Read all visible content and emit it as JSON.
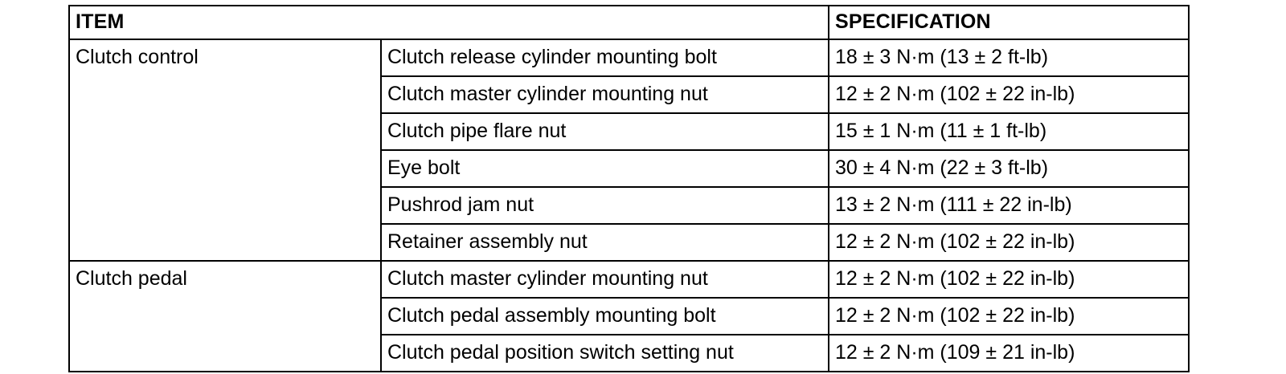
{
  "table": {
    "columns": {
      "item_header": "ITEM",
      "specification_header": "SPECIFICATION"
    },
    "groups": [
      {
        "name": "Clutch control",
        "rows": [
          {
            "item": "Clutch release cylinder mounting bolt",
            "specification": "18 ± 3 N·m (13 ± 2 ft-lb)"
          },
          {
            "item": "Clutch master cylinder mounting nut",
            "specification": "12 ± 2 N·m (102 ± 22 in-lb)"
          },
          {
            "item": "Clutch pipe flare nut",
            "specification": "15 ± 1 N·m (11 ± 1 ft-lb)"
          },
          {
            "item": "Eye bolt",
            "specification": "30 ± 4 N·m (22 ± 3 ft-lb)"
          },
          {
            "item": "Pushrod jam nut",
            "specification": "13 ± 2 N·m (111 ± 22 in-lb)"
          },
          {
            "item": "Retainer assembly nut",
            "specification": "12 ± 2 N·m (102 ± 22 in-lb)"
          }
        ]
      },
      {
        "name": "Clutch pedal",
        "rows": [
          {
            "item": "Clutch master cylinder mounting nut",
            "specification": "12 ± 2 N·m (102 ± 22 in-lb)"
          },
          {
            "item": "Clutch pedal assembly mounting bolt",
            "specification": "12 ± 2 N·m (102 ± 22 in-lb)"
          },
          {
            "item": "Clutch pedal position switch setting nut",
            "specification": "12 ± 2 N·m (109 ± 21 in-lb)"
          }
        ]
      }
    ]
  },
  "colors": {
    "text": "#000000",
    "background": "#ffffff",
    "border": "#000000"
  }
}
